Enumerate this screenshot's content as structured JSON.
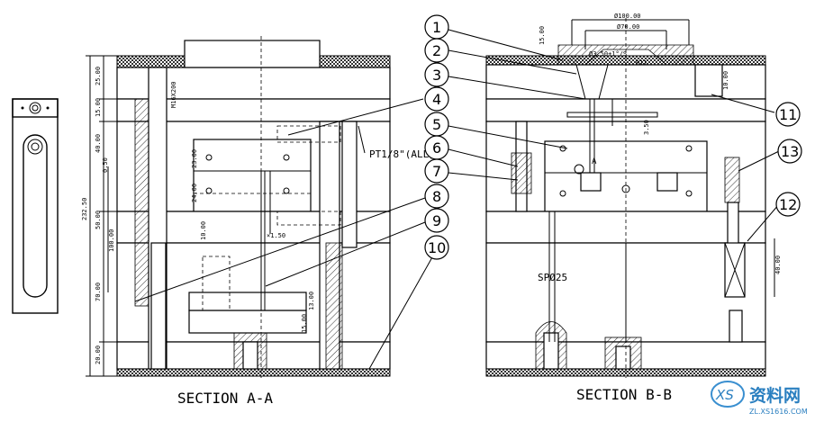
{
  "titles": {
    "section_a": "SECTION A-A",
    "section_b": "SECTION B-B"
  },
  "annotations": {
    "pt_thread": "PT1/8\"(ALL)",
    "sprue_label": "SPØ25",
    "detail_a": "A",
    "screw_spec": "M16X200"
  },
  "dimensions_a": {
    "d25": "25.00",
    "d15": "15.00",
    "d40": "40.00",
    "d050": "0.50",
    "d50": "50.00",
    "d70": "70.00",
    "d20": "20.00",
    "d100": "100.00",
    "d23": "23.00",
    "d24": "24.00",
    "d232": "232.50",
    "d10": "10.00",
    "d13": "13.00",
    "d15b": "15.00",
    "d150": "×1.50"
  },
  "dimensions_b": {
    "dia100": "Ø100.00",
    "dia70": "Ø70.00",
    "d15": "15.00",
    "gate": "Ø3.50+1°/S",
    "r11": "R11",
    "d40": "40.00",
    "d350": "3.50",
    "d10": "10.00"
  },
  "balloons": [
    "1",
    "2",
    "3",
    "4",
    "5",
    "6",
    "7",
    "8",
    "9",
    "10",
    "11",
    "12",
    "13"
  ],
  "watermark": {
    "brand": "资料网",
    "url": "ZL.XS1616.COM"
  }
}
